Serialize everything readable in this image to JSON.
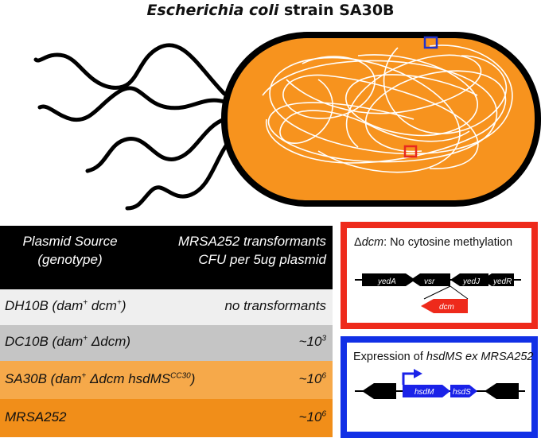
{
  "title": {
    "italic": "Escherichia coli",
    "rest": " strain SA30B"
  },
  "table": {
    "header": {
      "left_line1": "Plasmid Source",
      "left_line2": "(genotype)",
      "right_line1": "MRSA252 transformants",
      "right_line2": "CFU per 5ug plasmid"
    },
    "rows": [
      {
        "strain": "DH10B",
        "geno_a": "dam",
        "geno_a_sup": "+",
        "geno_b": " dcm",
        "geno_b_sup": "+",
        "close": ")",
        "value": "no transformants",
        "value_sup": ""
      },
      {
        "strain": "DC10B",
        "geno_a": "dam",
        "geno_a_sup": "+",
        "geno_b": " Δdcm",
        "geno_b_sup": "",
        "close": ")",
        "value": "~10",
        "value_sup": "3"
      },
      {
        "strain": "SA30B",
        "geno_a": "dam",
        "geno_a_sup": "+",
        "geno_b": " Δdcm hsdMS",
        "geno_b_sup": "CC30",
        "close": ")",
        "value": "~10",
        "value_sup": "6"
      },
      {
        "strain": "MRSA252",
        "geno_a": "",
        "geno_a_sup": "",
        "geno_b": "",
        "geno_b_sup": "",
        "close": "",
        "value": "~10",
        "value_sup": "6"
      }
    ]
  },
  "panel_dcm": {
    "delta": "Δ",
    "gene": "dcm",
    "rest": ": No cytosine methylation",
    "genes": [
      "yedA",
      "vsr",
      "yedJ",
      "yedR"
    ],
    "deleted_gene": "dcm",
    "border_color": "#ee2a1b"
  },
  "panel_hsd": {
    "prefix": "Expression of ",
    "gene": "hsdMS",
    "suffix": " ex MRSA252",
    "genes": [
      "hsdM",
      "hsdS"
    ],
    "border_color": "#1230e6",
    "gene_color": "#1a22e8"
  },
  "colors": {
    "cell_fill": "#f7931e",
    "cell_border": "#000000",
    "chromosome": "#ffffff",
    "marker_blue": "#2233cc",
    "marker_red": "#e8281e"
  }
}
